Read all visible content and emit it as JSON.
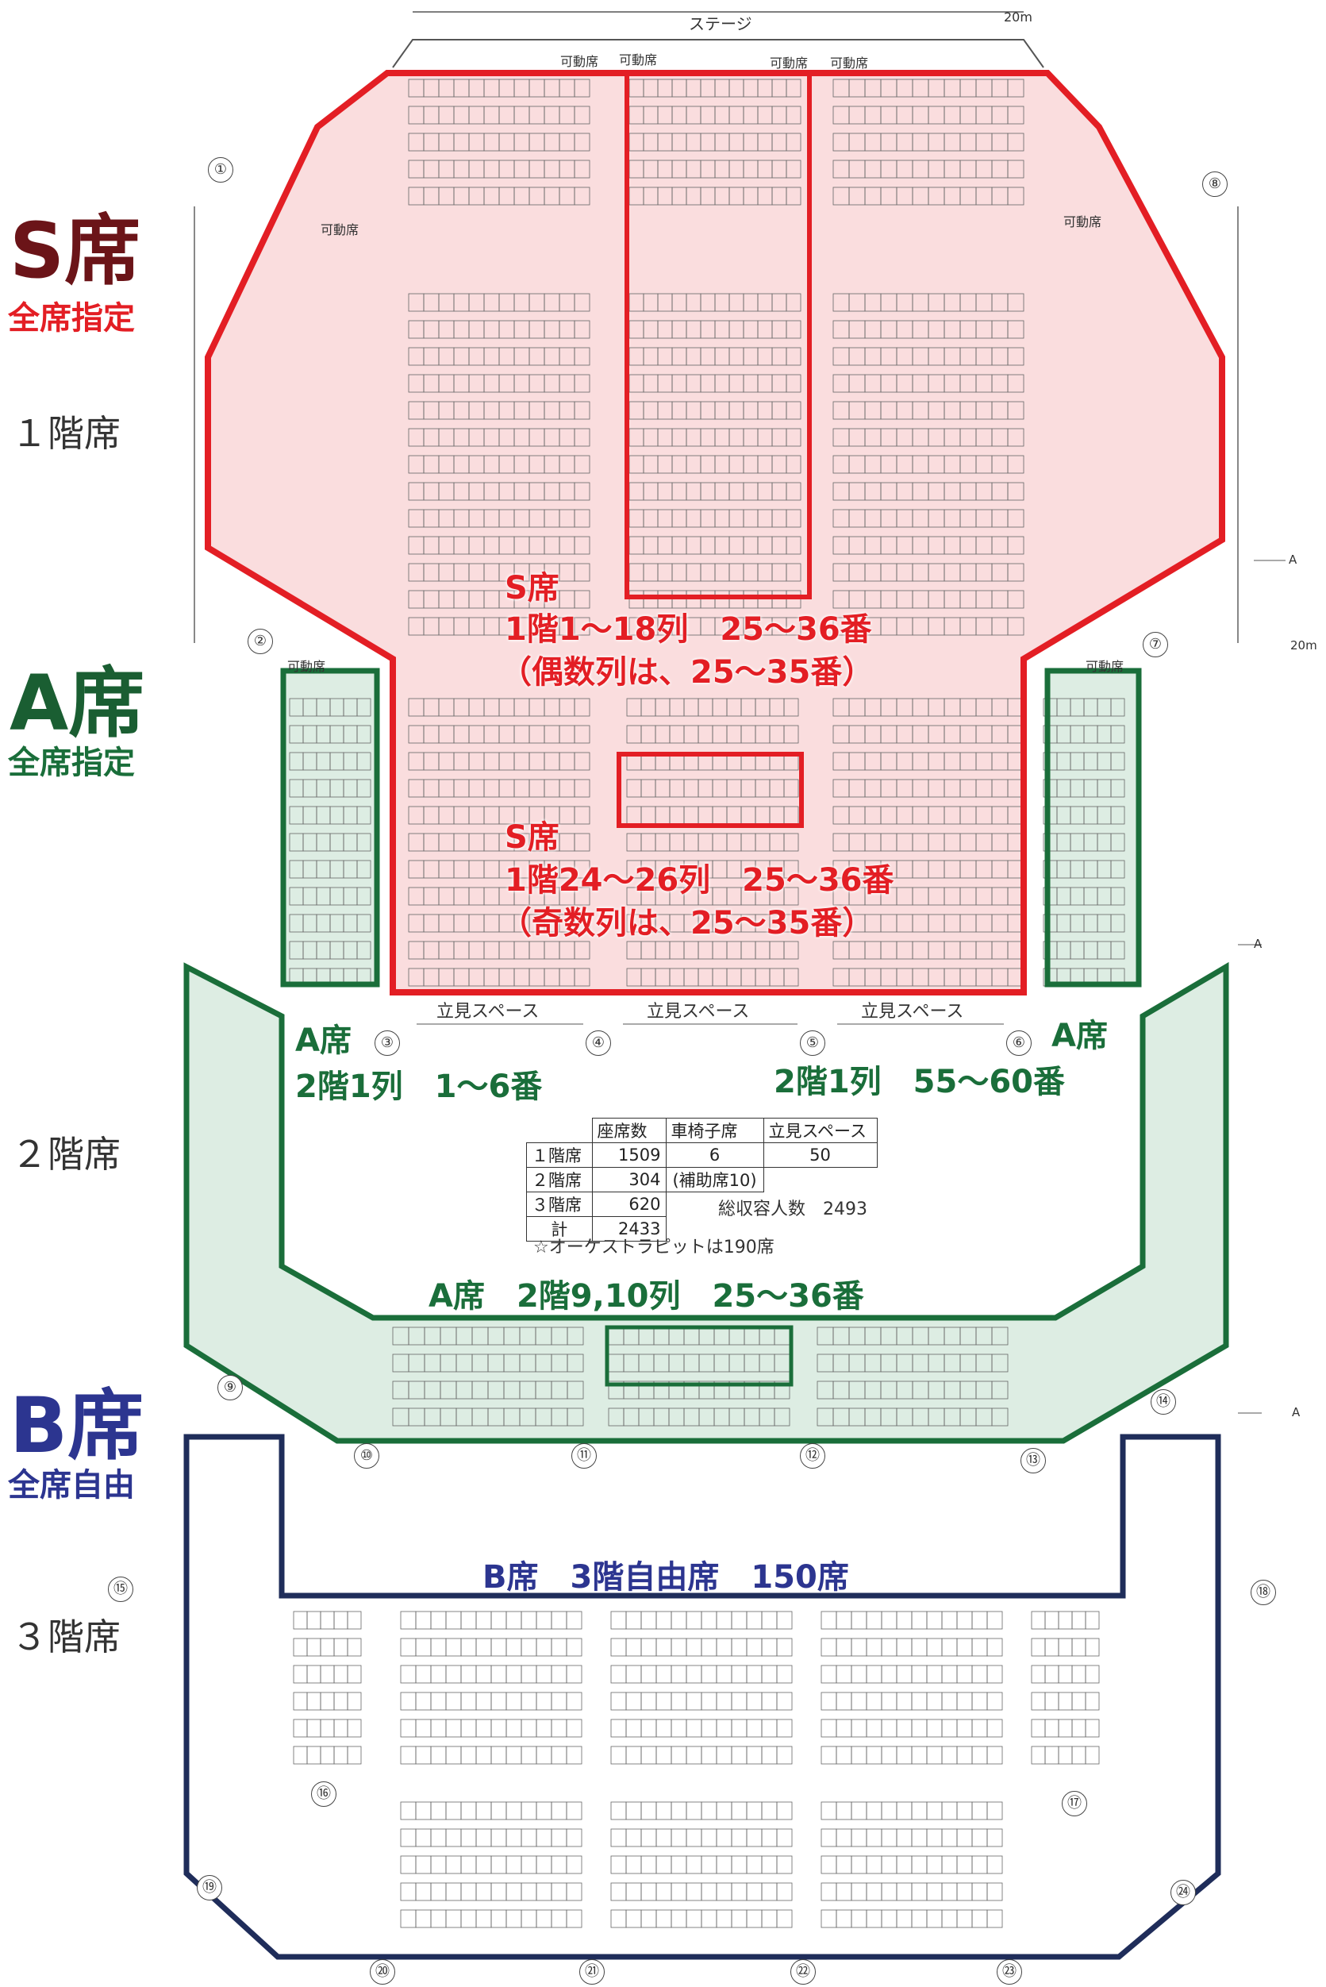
{
  "stage": {
    "label": "ステージ",
    "width_note": "20m"
  },
  "movable_label": "可動席",
  "standing_label": "立見スペース",
  "side_marker": "A",
  "dim_note": "20m",
  "grades": {
    "S": {
      "title": "S席",
      "note": "全席指定",
      "color": "#6b1418"
    },
    "A": {
      "title": "A席",
      "note": "全席指定",
      "color": "#1a5e32"
    },
    "B": {
      "title": "B席",
      "note": "全席自由",
      "color": "#2c3590"
    }
  },
  "floors": [
    "１階席",
    "２階席",
    "３階席"
  ],
  "annotations": {
    "s1_title": "S席",
    "s1_line1": "1階1～18列　25～36番",
    "s1_line2": "（偶数列は、25～35番）",
    "s2_title": "S席",
    "s2_line1": "1階24～26列　25～36番",
    "s2_line2": "（奇数列は、25～35番）",
    "a_left_title": "A席",
    "a_left_range": "2階1列　1～6番",
    "a_right_title": "A席",
    "a_right_range": "2階1列　55～60番",
    "a_center": "A席　2階9,10列　25～36番",
    "b_center": "B席　3階自由席　150席"
  },
  "summary": {
    "headers": [
      "",
      "座席数",
      "車椅子席",
      "立見スペース"
    ],
    "rows": [
      [
        "１階席",
        "1509",
        "6",
        "50"
      ],
      [
        "２階席",
        "304",
        "(補助席10)",
        ""
      ],
      [
        "３階席",
        "620",
        "",
        ""
      ],
      [
        "計",
        "2433",
        "",
        ""
      ]
    ],
    "total_label": "総収容人数　2493",
    "note": "☆オーケストラピットは190席"
  },
  "doors": [
    "①",
    "②",
    "③",
    "④",
    "⑤",
    "⑥",
    "⑦",
    "⑧",
    "⑨",
    "⑩",
    "⑪",
    "⑫",
    "⑬",
    "⑭",
    "⑮",
    "⑯",
    "⑰",
    "⑱",
    "⑲",
    "⑳",
    "㉑",
    "㉒",
    "㉓",
    "㉔"
  ],
  "colors": {
    "s_fill": "#f9d4d6",
    "s_line": "#e31e24",
    "a_fill": "#d4e8dc",
    "a_line": "#1a6e3a",
    "b_line": "#1f2d5a"
  }
}
